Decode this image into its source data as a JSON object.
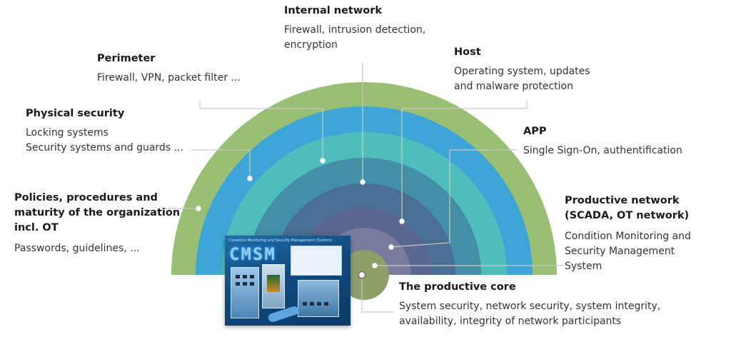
{
  "layers": [
    {
      "key": "policies",
      "title": "Policies, procedures and maturity of the organization incl. OT",
      "title_lines": [
        "Policies, procedures and",
        "maturity of the organization",
        "incl. OT"
      ],
      "desc": "Passwords, guidelines, ...",
      "color": "#98bf73"
    },
    {
      "key": "physical",
      "title": "Physical security",
      "desc": "Locking systems\nSecurity systems and guards ...",
      "color": "#3ea6d6"
    },
    {
      "key": "perimeter",
      "title": "Perimeter",
      "desc": "Firewall, VPN, packet filter ...",
      "color": "#4fbdbc"
    },
    {
      "key": "internal",
      "title": "Internal network",
      "desc": "Firewall, intrusion detection,\nencryption",
      "color": "#428fa6"
    },
    {
      "key": "host",
      "title": "Host",
      "desc": "Operating system, updates\nand malware protection",
      "color": "#496f93"
    },
    {
      "key": "app",
      "title": "APP",
      "desc": "Single Sign-On, authentification",
      "color": "#5a6590"
    },
    {
      "key": "productive_network",
      "title": "Productive network (SCADA, OT network)",
      "title_lines": [
        "Productive network",
        "(SCADA, OT network)"
      ],
      "desc": "Condition Monitoring and\nSecurity Management\nSystem",
      "color": "#787aa0"
    },
    {
      "key": "core",
      "title": "The productive core",
      "desc": "System security, network security, system integrity,\navailability, integrity of network participants",
      "color": "#8f9f6a"
    }
  ],
  "product_image": {
    "caption": "Condition Monitoring and Security Management (System)",
    "logo_text": "CMSM"
  }
}
